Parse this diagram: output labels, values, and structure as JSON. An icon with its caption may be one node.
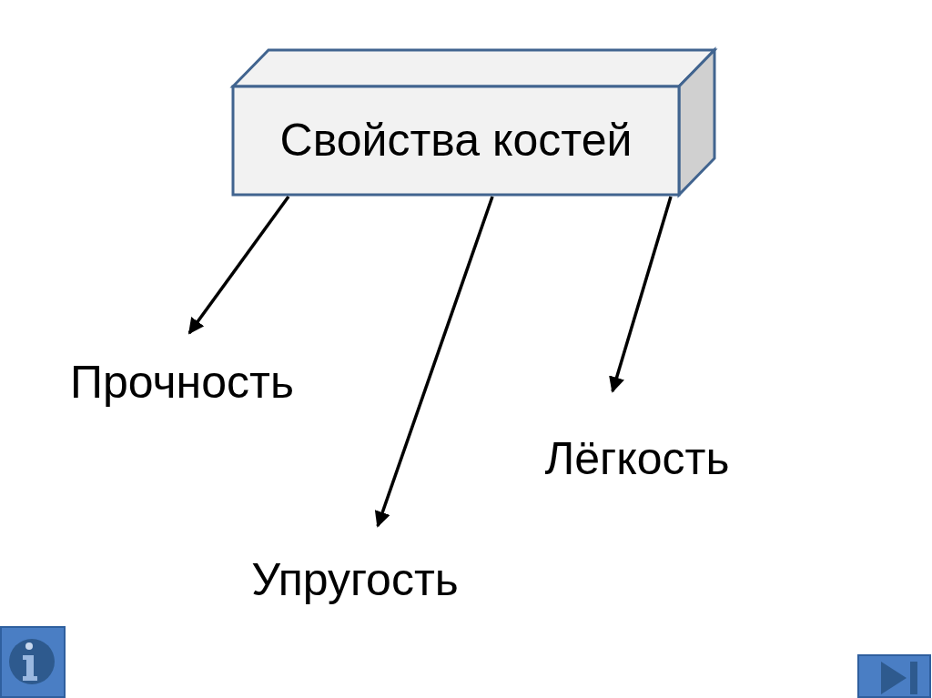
{
  "diagram": {
    "nodes": [
      {
        "text": [
          "Свойства костей"
        ]
      },
      {
        "text": [
          "Прочность"
        ]
      },
      {
        "text": [
          "Упругость"
        ]
      },
      {
        "text": [
          "Лёгкость"
        ]
      }
    ],
    "edges": [
      {
        "from": 0,
        "to": 1,
        "arrow": "to"
      },
      {
        "from": 0,
        "to": 2,
        "arrow": "to"
      },
      {
        "from": 0,
        "to": 3,
        "arrow": "to"
      }
    ]
  }
}
